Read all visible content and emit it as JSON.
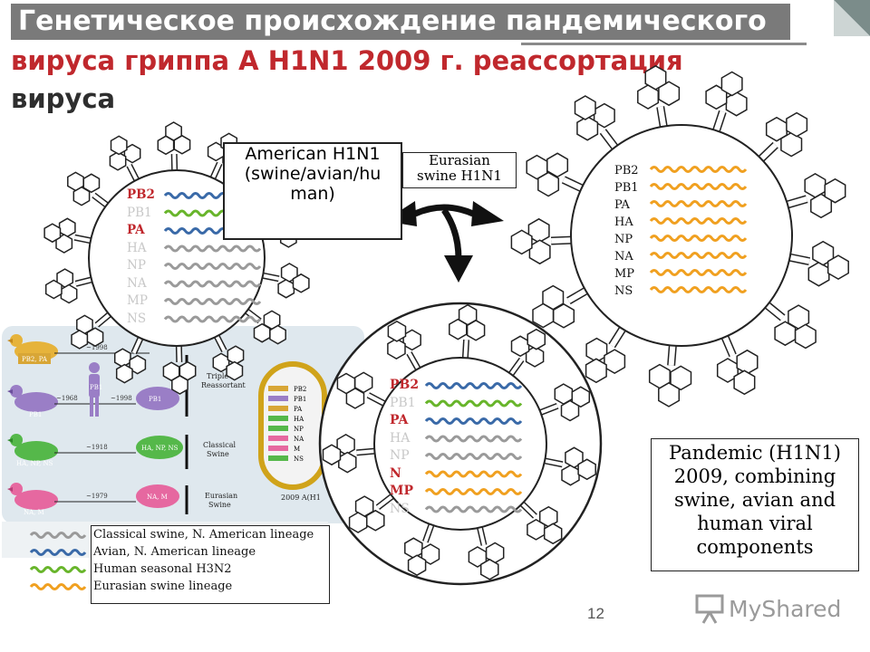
{
  "title": {
    "line1": "Генетическое происхождение пандемического",
    "line2": "вируса гриппа А H1N1 2009 г. реассортация",
    "line3": "вируса"
  },
  "labels": {
    "american": "American H1N1 (swine/avian/human)",
    "american_l1": "American H1N1",
    "american_l2": "(swine/avian/hu",
    "american_l3": "man)",
    "eurasian_l1": "Eurasian",
    "eurasian_l2": "swine H1N1",
    "pandemic_l1": "Pandemic (H1N1)",
    "pandemic_l2": "2009, combining",
    "pandemic_l3": "swine, avian and",
    "pandemic_l4": "human viral",
    "pandemic_l5": "components"
  },
  "genes": [
    "PB2",
    "PB1",
    "PA",
    "HA",
    "NP",
    "NA",
    "MP",
    "NS"
  ],
  "gene_colors": {
    "classical": "#9a9a9a",
    "avian": "#3a6aa8",
    "human": "#68b52b",
    "eurasian": "#f0a020",
    "red_label": "#c0282d"
  },
  "legend": [
    {
      "label": "Classical swine, N. American lineage",
      "color": "#9a9a9a"
    },
    {
      "label": "Avian, N. American lineage",
      "color": "#3a6aa8"
    },
    {
      "label": "Human seasonal H3N2",
      "color": "#68b52b"
    },
    {
      "label": "Eurasian swine lineage",
      "color": "#f0a020"
    }
  ],
  "inset": {
    "hosts": [
      {
        "tag": "PB2, PA",
        "year": "~1998"
      },
      {
        "tag": "PB1",
        "year": "~1968",
        "year2": "~1998",
        "result": "PB1"
      },
      {
        "tag": "HA, NP, NS",
        "year": "~1918",
        "result": "HA, NP, NS"
      },
      {
        "tag": "NA, M",
        "year": "~1979",
        "result": "NA, M"
      }
    ],
    "reassortant": "Triple Reassortant",
    "classical": "Classical Swine",
    "eurasian": "Eurasian Swine",
    "virus_label": "2009 A(H1"
  },
  "page_number": "12",
  "watermark": "MyShared"
}
